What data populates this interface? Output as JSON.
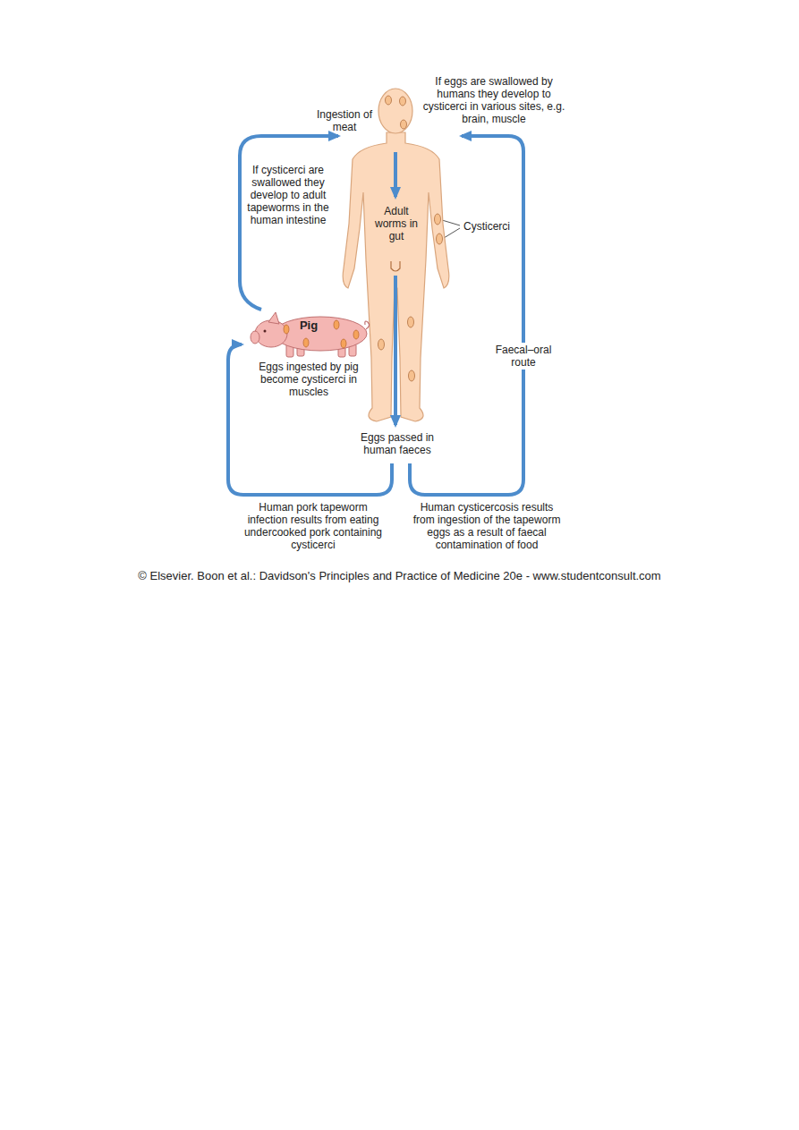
{
  "diagram": {
    "caption": "© Elsevier. Boon et al.: Davidson's Principles and Practice of Medicine 20e - www.studentconsult.com",
    "nodes": [
      {
        "text": [
          "Adult worms in gut"
        ]
      },
      {
        "text": [
          "Pig"
        ]
      }
    ],
    "edges": [
      {
        "from": 1,
        "to": 0,
        "arrow": "to",
        "label": "Ingestion of meat"
      },
      {
        "from": 0,
        "to": 1,
        "arrow": "to"
      },
      {
        "from": 0,
        "to": 0,
        "arrow": "to",
        "label": "Faecal–oral route"
      }
    ],
    "labels": [
      "If eggs are swallowed by humans they develop to cysticerci in various sites, e.g. brain, muscle",
      "If cysticerci are swallowed they develop to adult tapeworms in the human intestine",
      "Cysticerci",
      "Eggs ingested by pig become cysticerci in muscles",
      "Eggs passed in human faeces",
      "Human pork tapeworm infection results from eating undercooked pork containing cysticerci",
      "Human cysticercosis results from ingestion of the tapeworm eggs as a result of faecal contamination of food"
    ]
  }
}
